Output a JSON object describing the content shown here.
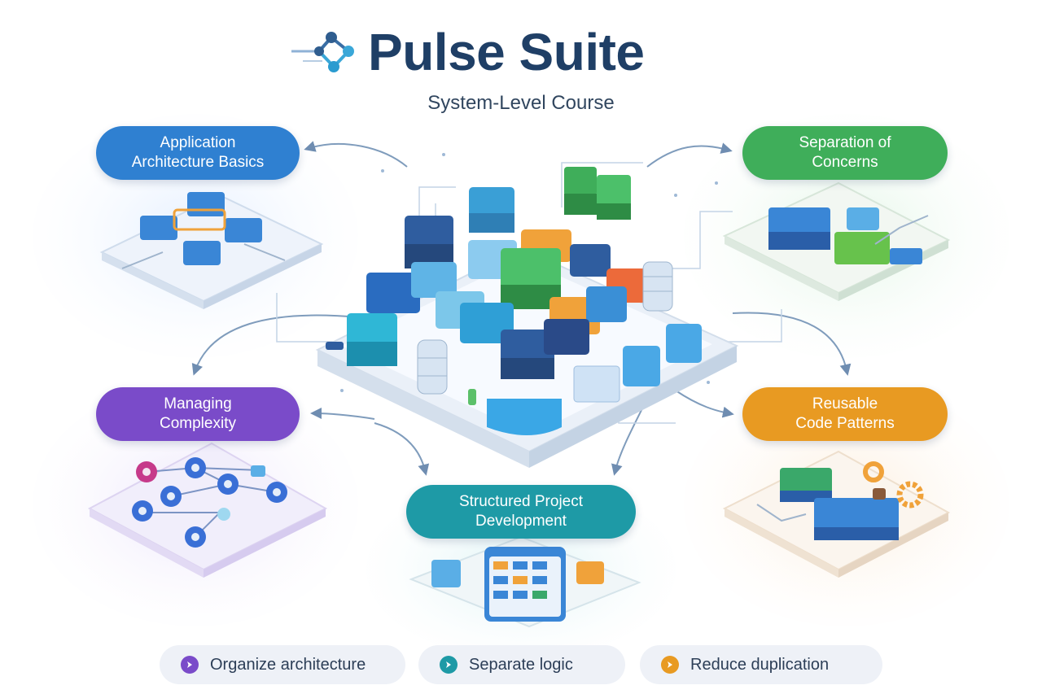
{
  "header": {
    "title": "Pulse Suite",
    "subtitle": "System-Level Course"
  },
  "modules": [
    {
      "id": "app-arch",
      "lines": [
        "Application",
        "Architecture Basics"
      ],
      "color": "#2f80d1"
    },
    {
      "id": "separation",
      "lines": [
        "Separation of",
        "Concerns"
      ],
      "color": "#3fae5a"
    },
    {
      "id": "complexity",
      "lines": [
        "Managing",
        "Complexity"
      ],
      "color": "#7a4bc9"
    },
    {
      "id": "reusable",
      "lines": [
        "Reusable",
        "Code Patterns"
      ],
      "color": "#e89a22"
    },
    {
      "id": "structured",
      "lines": [
        "Structured Project",
        "Development"
      ],
      "color": "#1e9aa6"
    }
  ],
  "features": [
    {
      "label": "Organize architecture",
      "icon": "chevron-right-icon",
      "color": "#7a4bc9"
    },
    {
      "label": "Separate logic",
      "icon": "chevron-right-icon",
      "color": "#1e9aa6"
    },
    {
      "label": "Reduce duplication",
      "icon": "chevron-right-icon",
      "color": "#e89a22"
    }
  ],
  "colors": {
    "title": "#1f3f66",
    "blue": "#2f80d1",
    "green": "#3fae5a",
    "purple": "#7a4bc9",
    "orange": "#e89a22",
    "teal": "#1e9aa6",
    "connector": "#7f9cbc"
  }
}
